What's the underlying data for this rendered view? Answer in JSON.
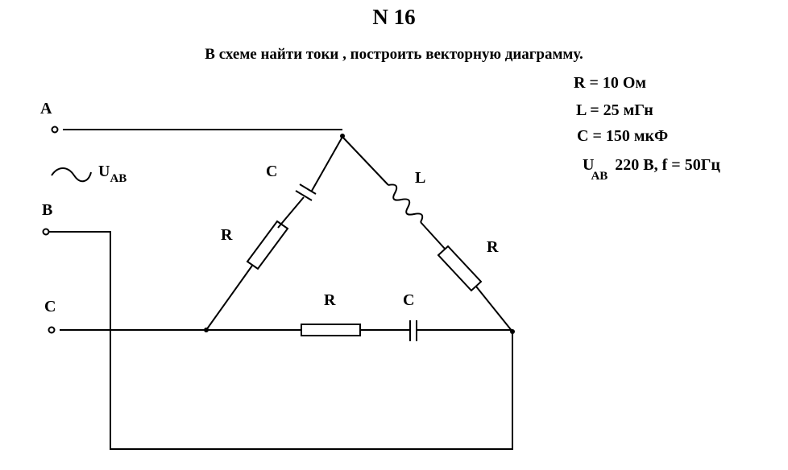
{
  "title": "N 16",
  "task": "В схеме найти токи , построить векторную диаграмму.",
  "params": {
    "r_line": "R =  10 Ом",
    "l_line": "L = 25 мГн",
    "c_line": "C = 150 мкФ",
    "u_letter": "U",
    "u_sub": "AB",
    "u_value": "220 В",
    "freq_sep": ",",
    "f_line": "f = 50Гц"
  },
  "terminals": {
    "a": "A",
    "b": "B",
    "c": "C"
  },
  "source": {
    "u_letter": "U",
    "u_sub": "AB"
  },
  "components": {
    "left_c": "C",
    "left_r": "R",
    "right_l": "L",
    "right_r": "R",
    "bottom_r": "R",
    "bottom_c": "C"
  }
}
